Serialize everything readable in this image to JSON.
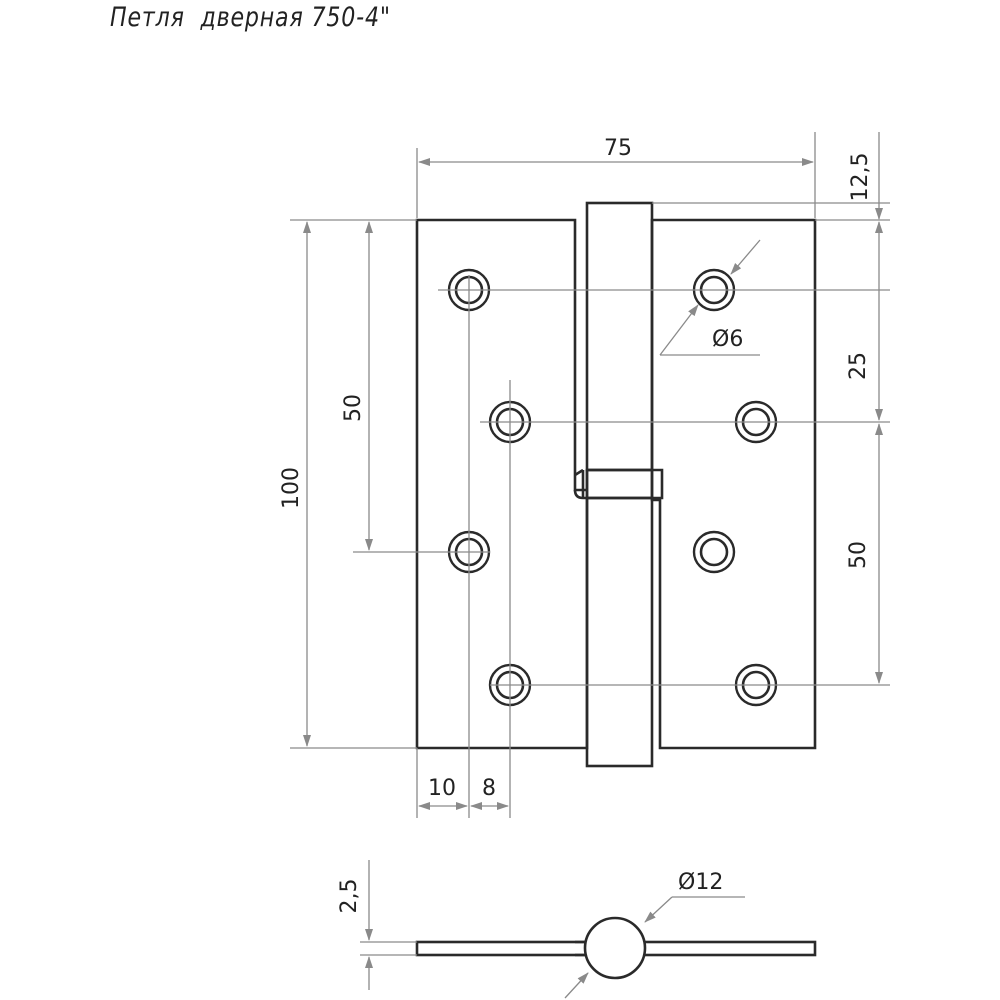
{
  "title": "Петля  дверная 750-4\"",
  "dimensions": {
    "width": "75",
    "top_offset": "12,5",
    "height": "100",
    "left_hole_spacing": "50",
    "right_hole_spacing_top": "25",
    "right_hole_spacing_bottom": "50",
    "hole_diameter": "Ø6",
    "edge_offset_1": "10",
    "edge_offset_2": "8",
    "plate_thickness": "2,5",
    "knuckle_diameter": "Ø12"
  },
  "colors": {
    "part": "#2a2a2a",
    "dimension": "#8a8a8a"
  }
}
